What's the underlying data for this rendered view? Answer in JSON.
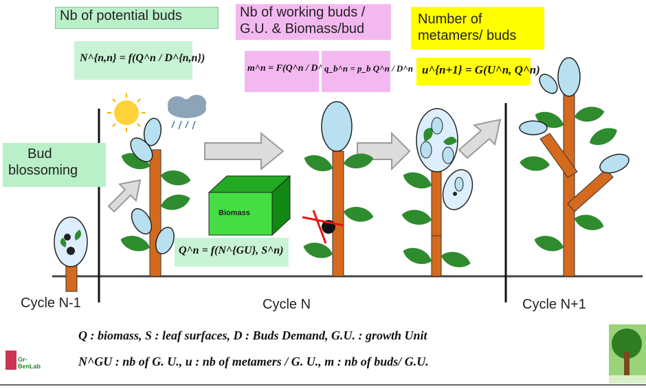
{
  "boxes": {
    "potential": "Nb of potential buds",
    "working_line1": "Nb of working buds /",
    "working_line2": "G.U. & Biomass/bud",
    "metamers_line1": "Number of",
    "metamers_line2": "metamers/ buds",
    "bud_line1": "Bud",
    "bud_line2": "blossoming"
  },
  "formulas": {
    "potential": "N^{n,n} = f(Q^n / D^{n,n})",
    "working_m": "m^n = F(Q^n / D^n)",
    "working_q": "q_b^n = p_b Q^n / D^n",
    "metamers": "u^{n+1} = G(U^n, Q^n)",
    "biomass": "Q^n = f(N^{GU}, S^n)"
  },
  "biomass_label": "Biomass",
  "cycles": {
    "prev": "Cycle N-1",
    "curr": "Cycle N",
    "next": "Cycle N+1"
  },
  "legend": {
    "line1": "Q : biomass,     S : leaf surfaces, D : Buds Demand,  G.U. : growth Unit",
    "line2": "N^GU : nb of G. U.,     u : nb of metamers / G. U., m : nb of  buds/ G.U."
  },
  "logo_left": "Gr-BenLab",
  "colors": {
    "green_box": "#b9f0c8",
    "pink_box": "#f4b8f0",
    "yellow_box": "#ffff00",
    "stem": "#d46a1e",
    "leaf": "#2e8b2e",
    "bud": "#b8e0f0",
    "biomass": "#44dd44"
  }
}
